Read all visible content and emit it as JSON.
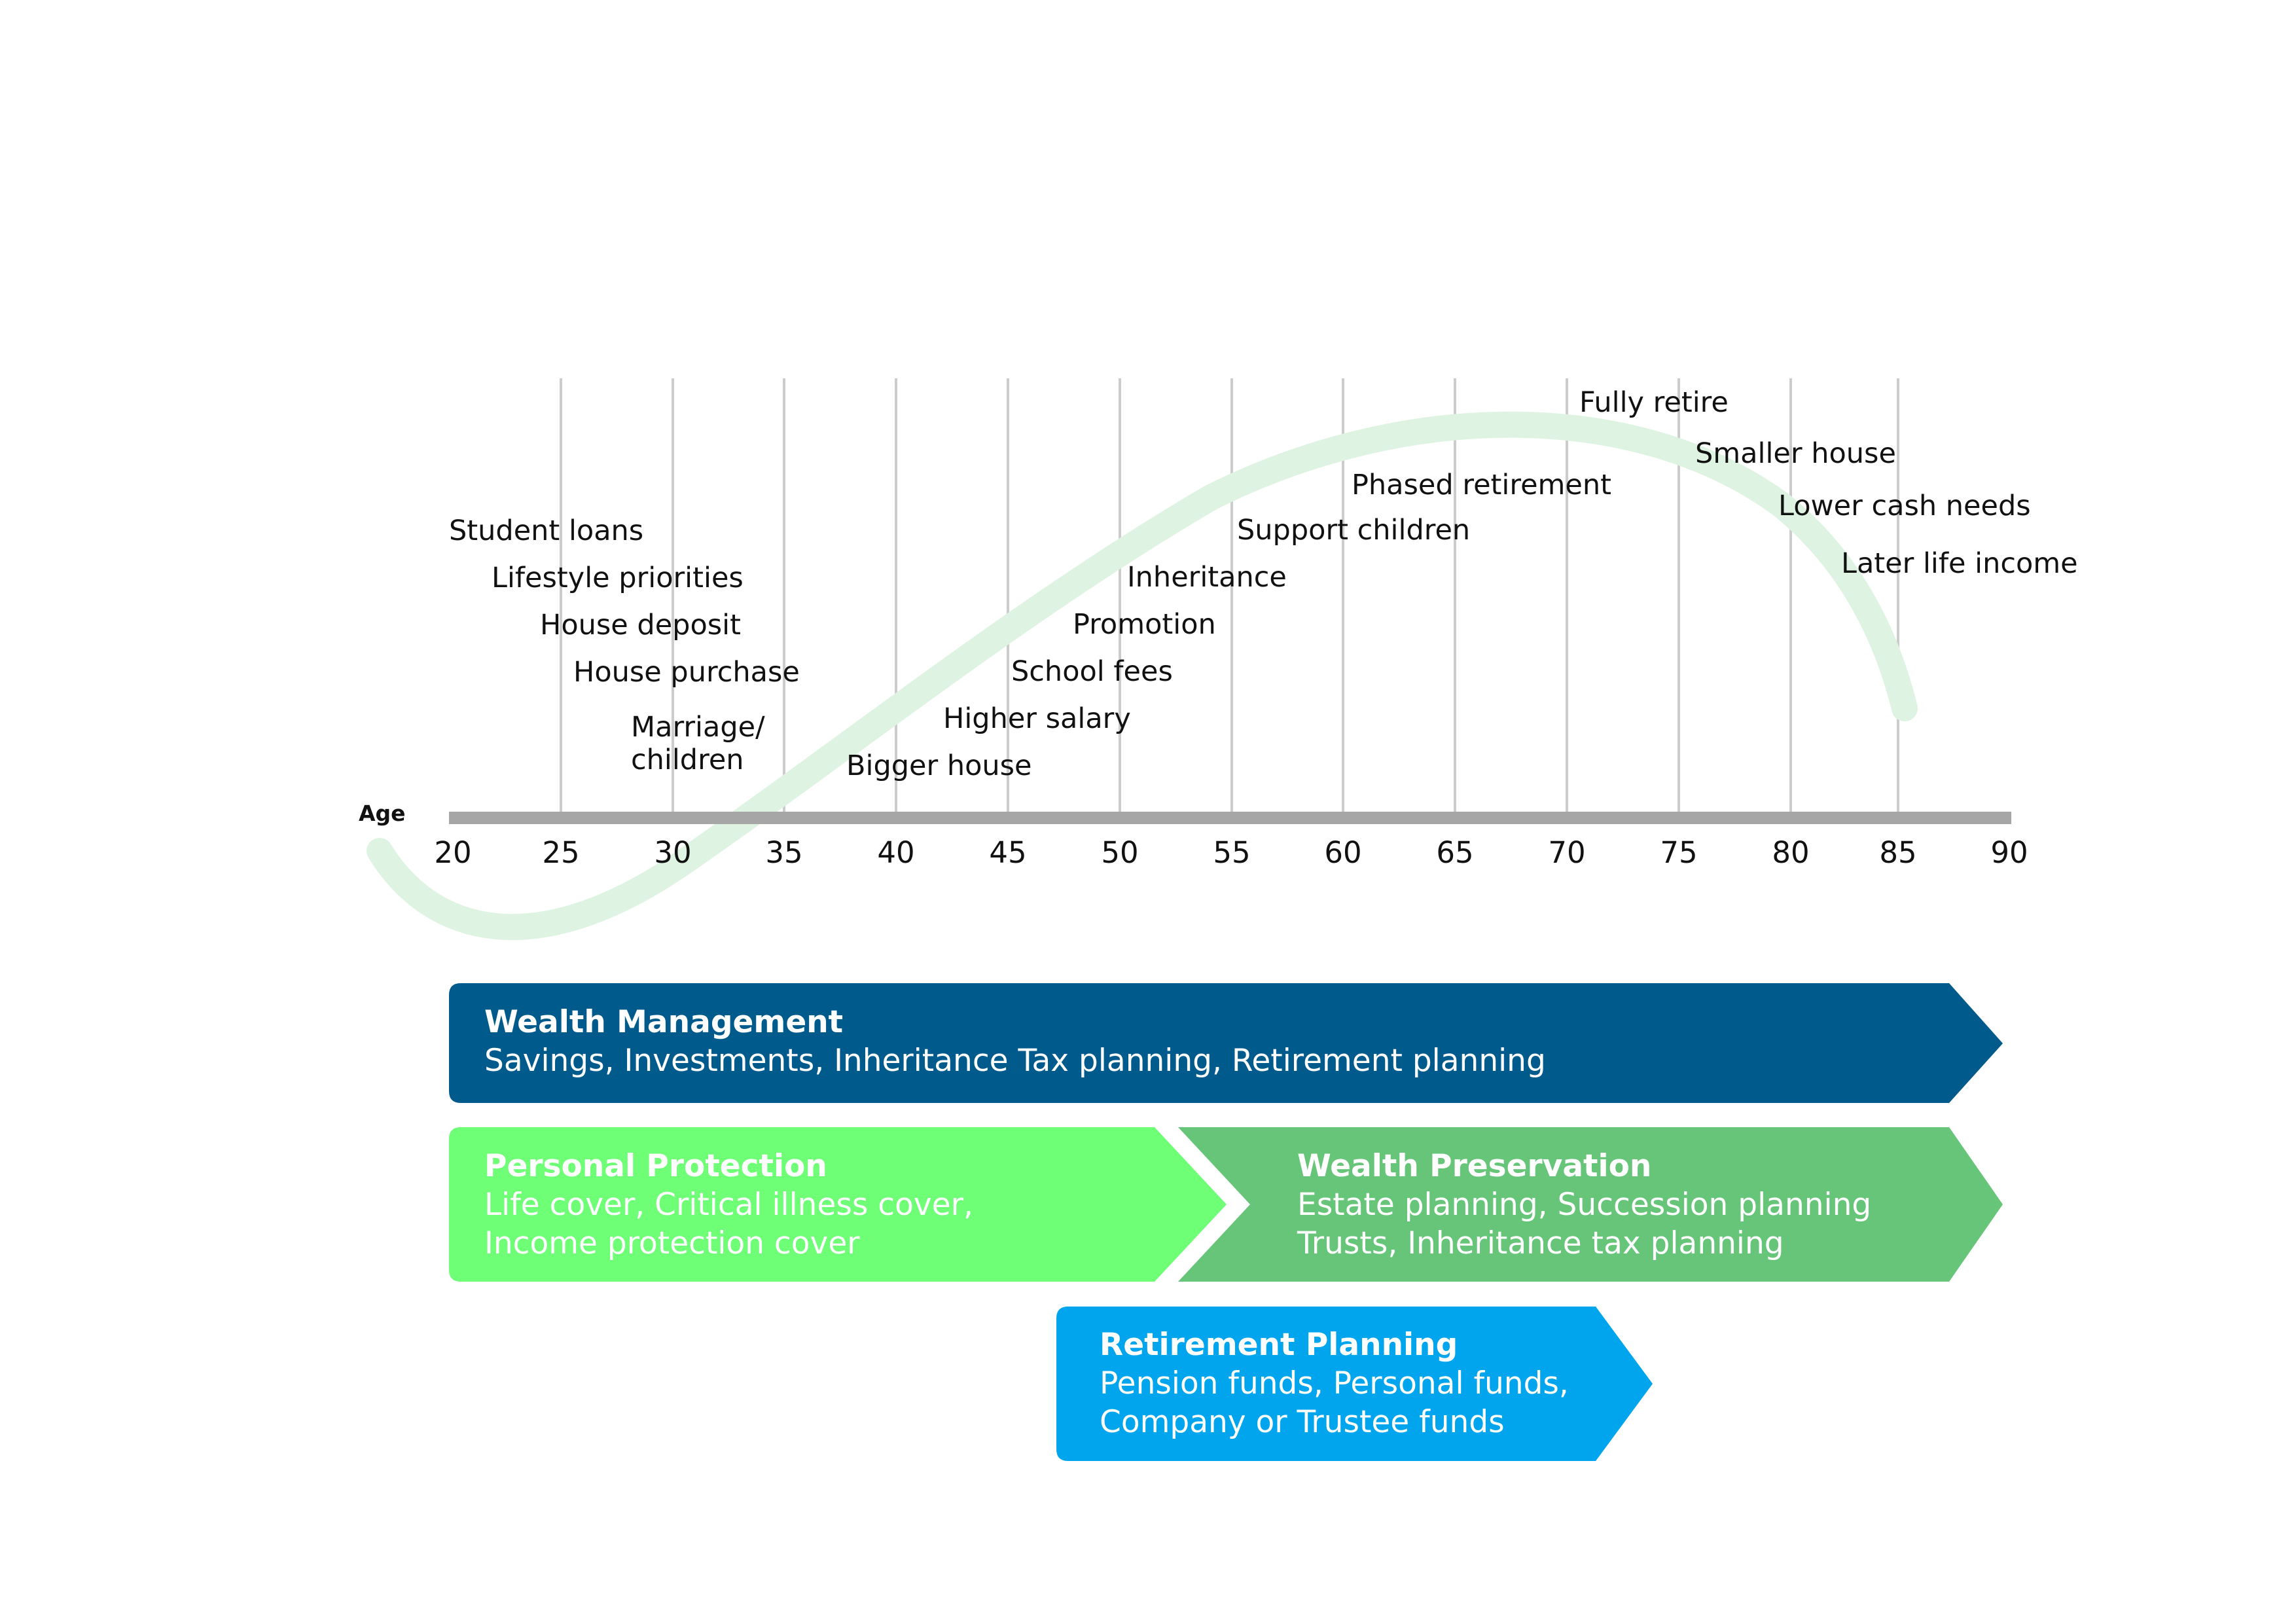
{
  "axis": {
    "label": "Age",
    "ticks": [
      "20",
      "25",
      "30",
      "35",
      "40",
      "45",
      "50",
      "55",
      "60",
      "65",
      "70",
      "75",
      "80",
      "85",
      "90"
    ]
  },
  "events": [
    {
      "text": "Student loans"
    },
    {
      "text": "Lifestyle priorities"
    },
    {
      "text": "House deposit"
    },
    {
      "text": "House purchase"
    },
    {
      "text": "Marriage/"
    },
    {
      "text": "children"
    },
    {
      "text": "Bigger house"
    },
    {
      "text": "Higher salary"
    },
    {
      "text": "School fees"
    },
    {
      "text": "Promotion"
    },
    {
      "text": "Inheritance"
    },
    {
      "text": "Support children"
    },
    {
      "text": "Phased retirement"
    },
    {
      "text": "Fully retire"
    },
    {
      "text": "Smaller house"
    },
    {
      "text": "Lower cash needs"
    },
    {
      "text": "Later life income"
    }
  ],
  "bands": {
    "wealth_management": {
      "title": "Wealth Management",
      "line1": "Savings, Investments, Inheritance Tax planning, Retirement planning",
      "color": "#005a8c"
    },
    "personal_protection": {
      "title": "Personal Protection",
      "line1": "Life cover, Critical illness cover,",
      "line2": "Income protection cover",
      "color": "#6eff76"
    },
    "wealth_preservation": {
      "title": "Wealth Preservation",
      "line1": "Estate planning, Succession planning",
      "line2": "Trusts, Inheritance tax planning",
      "color": "#66c578"
    },
    "retirement_planning": {
      "title": "Retirement Planning",
      "line1": "Pension funds, Personal funds,",
      "line2": "Company or Trustee funds",
      "color": "#00a5ed"
    }
  },
  "colors": {
    "curve": "#def3e2",
    "axis": "#a6a6a6",
    "gridline": "#cccccc"
  }
}
